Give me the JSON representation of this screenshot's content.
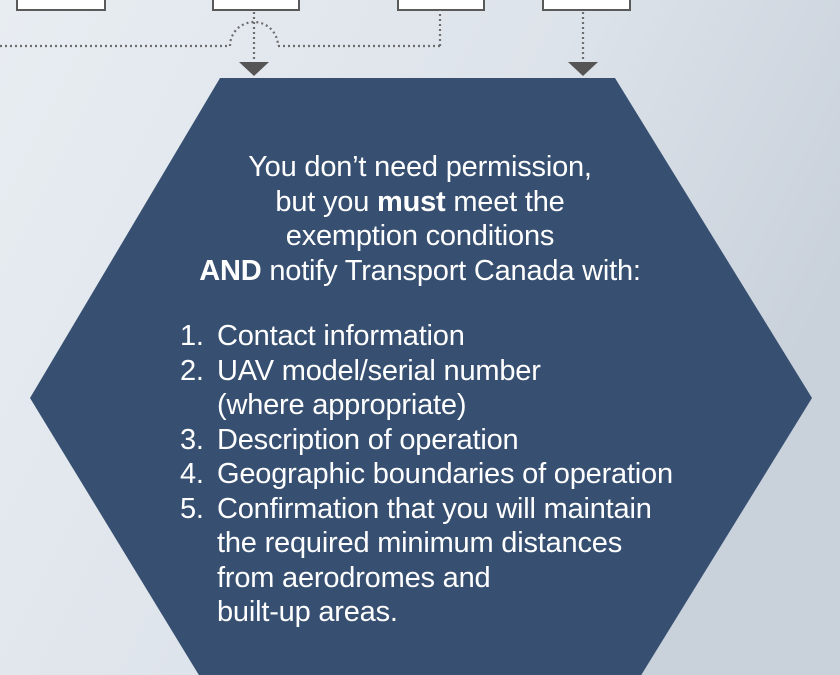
{
  "colors": {
    "background_light": "#e6ebf0",
    "background_dark": "#cdd5de",
    "hexagon_fill": "#375071",
    "connector": "#6d6d6d",
    "box_border": "#5a5a5a",
    "text": "#ffffff"
  },
  "intro": {
    "line1": "You don’t need permission,",
    "line2_pre": "but you ",
    "line2_bold": "must",
    "line2_post": " meet the",
    "line3": "exemption conditions",
    "line4_bold": "AND",
    "line4_post": " notify Transport Canada with:"
  },
  "steps": [
    {
      "num": "1.",
      "lines": [
        "Contact information"
      ]
    },
    {
      "num": "2.",
      "lines": [
        "UAV model/serial number",
        "(where appropriate)"
      ]
    },
    {
      "num": "3.",
      "lines": [
        "Description of operation"
      ]
    },
    {
      "num": "4.",
      "lines": [
        "Geographic boundaries of operation"
      ]
    },
    {
      "num": "5.",
      "lines": [
        "Confirmation that you will maintain",
        "the required minimum distances",
        "from aerodromes and",
        "built-up areas."
      ]
    }
  ]
}
